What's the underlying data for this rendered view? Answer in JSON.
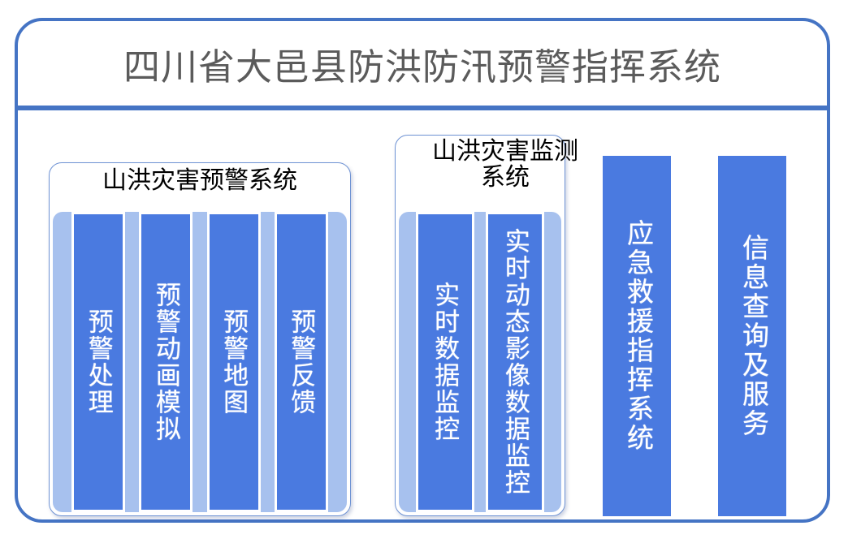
{
  "header": {
    "title": "四川省大邑县防洪防汛预警指挥系统"
  },
  "theme": {
    "frame_border": "#4574c4",
    "accent_blue": "#4a7ae0",
    "panel_fill": "#a7c1ee",
    "title_color": "#5b5b5b",
    "card_text": "#ffffff"
  },
  "panels": [
    {
      "name": "warning-system",
      "header": "山洪灾害预警系统",
      "cards": [
        {
          "label": "预警处理"
        },
        {
          "label": "预警动画模拟"
        },
        {
          "label": "预警地图"
        },
        {
          "label": "预警反馈"
        }
      ]
    },
    {
      "name": "monitor-system",
      "header": "山洪灾害监测系统",
      "cards": [
        {
          "label": "实时数据监控"
        },
        {
          "label": "实时动态影像数据监控"
        }
      ]
    }
  ],
  "bars": [
    {
      "name": "emergency-command",
      "label": "应急救援指挥系统"
    },
    {
      "name": "information-service",
      "label": "信息查询及服务"
    }
  ]
}
